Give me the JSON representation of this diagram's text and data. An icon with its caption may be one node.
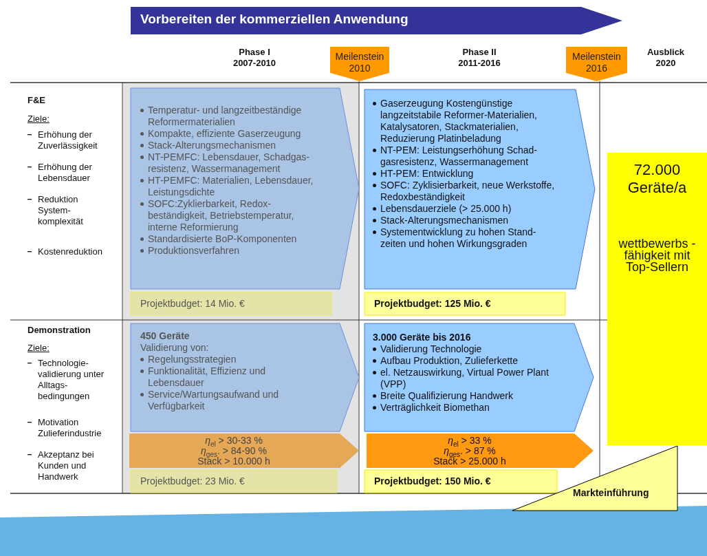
{
  "diagram": {
    "nodes": [
      {
        "text": [
          "Vorbereiten der kommerziellen Anwendung"
        ]
      },
      {
        "text": [
          "Meilenstein 2010"
        ]
      },
      {
        "text": [
          "Meilenstein 2016"
        ]
      },
      {
        "text": [
          "Temperatur- und langzeitbeständige Reformermaterialien",
          "Kompakte, effiziente Gaserzeugung",
          "Stack-Alterungsmechanismen",
          "NT-PEMFC: Lebensdauer, Schadgas- resistenz, Wassermanagement",
          "HT-PEMFC: Materialien, Lebensdauer, Leistungsdichte",
          "SOFC:Zyklierbarkeit, Redox- beständigkeit, Betriebstemperatur, interne Reformierung",
          "Standardisierte BoP-Komponenten",
          "Produktionsverfahren"
        ]
      },
      {
        "text": [
          "Projektbudget: 14 Mio. €"
        ]
      },
      {
        "text": [
          "Gaserzeugung Kostengünstige langzeitstabile Reformer-Materialien, Katalysatoren, Stackmaterialien, Reduzierung Platinbeladung",
          "NT-PEM: Leistungserhöhung Schad- gasresistenz, Wassermanagement",
          "HT-PEM: Entwicklung",
          "SOFC: Zyklisierbarkeit, neue Werkstoffe, Redoxbeständigkeit",
          "Lebensdauerziele (>  25.000 h)",
          "Stack-Alterungsmechanismen",
          "Systementwicklung zu hohen Stand- zeiten und hohen Wirkungsgraden"
        ]
      },
      {
        "text": [
          "Projektbudget: 125 Mio. €"
        ]
      },
      {
        "text": [
          "450 Geräte",
          "Validierung von:",
          "Regelungsstrategien",
          "Funktionalität, Effizienz und Lebensdauer",
          "Service/Wartungsaufwand und Verfügbarkeit"
        ]
      },
      {
        "text": [
          "*η*$_{el}$ > 30-33 %",
          "*η*$_{ges}$. > 84-90 %",
          "Stack > 10.000 h"
        ]
      },
      {
        "text": [
          "Projektbudget: 23 Mio. €"
        ]
      },
      {
        "text": [
          "3.000 Geräte bis 2016",
          "Validierung Technologie",
          "Aufbau Produktion, Zulieferkette",
          "el. Netzauswirkung, Virtual Power Plant (VPP)",
          "Breite Qualifizierung Handwerk",
          "Verträglichkeit Biomethan"
        ]
      },
      {
        "text": [
          "*η*$_{el}$ > 33 %",
          "*η*$_{ges}$. > 87 %",
          "Stack > 25.000 h"
        ]
      },
      {
        "text": [
          "Projektbudget: 150 Mio. €"
        ]
      },
      {
        "text": [
          "72.000 Geräte/a",
          "wettbewerbs -fähigkeit mit Top-Sellern"
        ]
      },
      {
        "text": [
          "Markteinführung"
        ]
      }
    ],
    "edges": [],
    "labels": [
      "Phase I 2007-2010",
      "Phase II 2011-2016",
      "Ausblick 2020",
      "F&E",
      "Ziele:",
      "Erhöhung der Zuverlässigkeit",
      "Erhöhung der Lebensdauer",
      "Reduktion System- komplexität",
      "Kostenreduktion",
      "Demonstration",
      "Ziele:",
      "Technologie- validierung unter Alltags- bedingungen",
      "Motivation Zulieferindustrie",
      "Akzeptanz bei Kunden und Handwerk"
    ]
  }
}
